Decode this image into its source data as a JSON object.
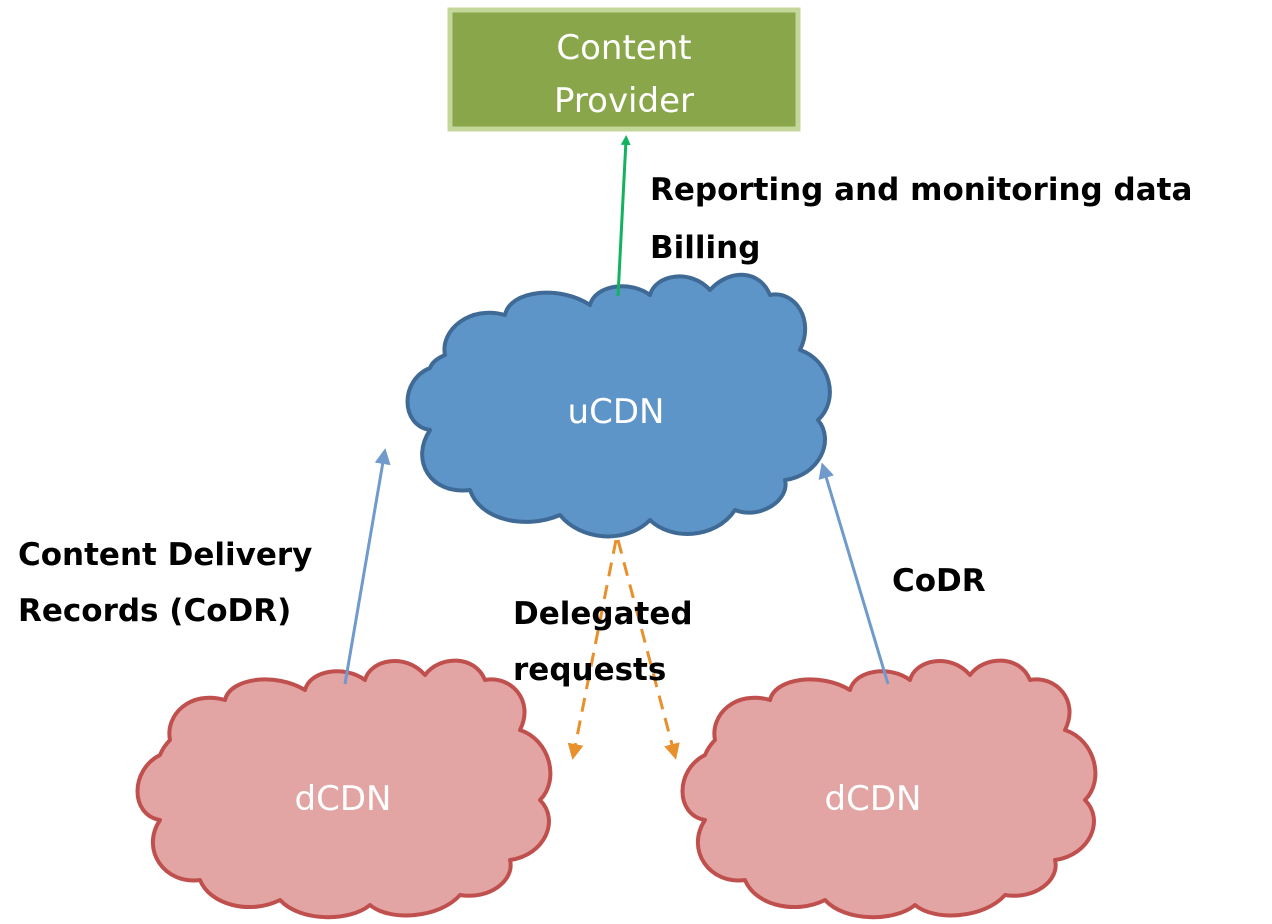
{
  "nodes": {
    "content_provider": {
      "line1": "Content",
      "line2": "Provider",
      "fill": "#8aa64a",
      "stroke": "#c4d79b"
    },
    "ucdn": {
      "label": "uCDN",
      "fill": "#5e95c8",
      "stroke": "#3f6a96"
    },
    "dcdn_left": {
      "label": "dCDN",
      "fill": "#e2a5a4",
      "stroke": "#c0504d"
    },
    "dcdn_right": {
      "label": "dCDN",
      "fill": "#e2a5a4",
      "stroke": "#c0504d"
    }
  },
  "edges": {
    "reporting": {
      "line1": "Reporting and monitoring data",
      "line2": "Billing",
      "color": "#13b25e"
    },
    "codr_left": {
      "line1": "Content Delivery",
      "line2": "Records (CoDR)",
      "color": "#6f9acb"
    },
    "codr_right": {
      "label": "CoDR",
      "color": "#6f9acb"
    },
    "delegated": {
      "line1": "Delegated",
      "line2": "requests",
      "color": "#e7902c"
    }
  }
}
